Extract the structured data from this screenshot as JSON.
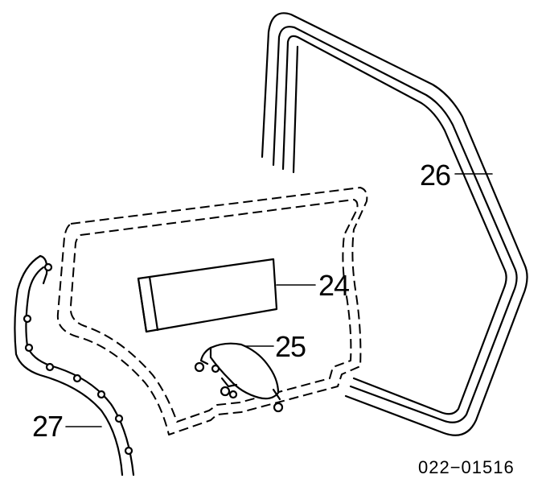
{
  "diagram": {
    "callouts": [
      {
        "id": "24",
        "text": "24"
      },
      {
        "id": "25",
        "text": "25"
      },
      {
        "id": "26",
        "text": "26"
      },
      {
        "id": "27",
        "text": "27"
      }
    ],
    "drawing_code": "022−01516"
  }
}
